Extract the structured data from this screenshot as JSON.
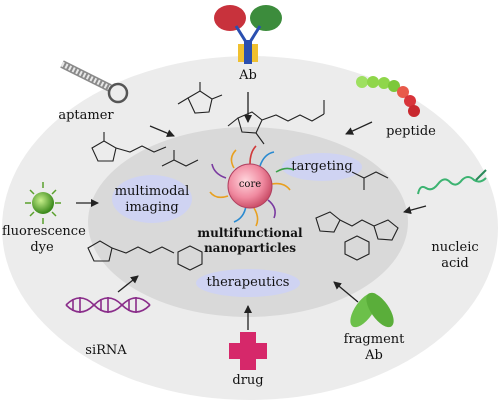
{
  "diagram": {
    "center": {
      "core_label": "core",
      "title_line1": "multifunctional",
      "title_line2": "nanoparticles"
    },
    "functions": {
      "targeting": "targeting",
      "imaging_line1": "multimodal",
      "imaging_line2": "imaging",
      "therapeutics": "therapeutics"
    },
    "ligands": {
      "antibody": "Ab",
      "aptamer": "aptamer",
      "peptide": "peptide",
      "dye_line1": "fluorescence",
      "dye_line2": "dye",
      "nucleic_line1": "nucleic",
      "nucleic_line2": "acid",
      "sirna": "siRNA",
      "fragment_line1": "fragment",
      "fragment_line2": "Ab",
      "drug": "drug"
    },
    "colors": {
      "outer_disc": "#e9e9e9",
      "inner_disc": "#d6d6d6",
      "pill": "#cdd2f0",
      "core_fill": "#f08aa0",
      "antibody_red": "#c8323c",
      "antibody_green": "#3c8c3c",
      "antibody_blue": "#2a4fb0",
      "peptide_green": "#8fd64a",
      "peptide_red": "#e03a3a",
      "dye_green": "#5aa02c",
      "nucleic_green": "#3cb371",
      "sirna_purple": "#8a2d8a",
      "fragment_green": "#6cc04a",
      "drug_pink": "#d6286a"
    }
  }
}
